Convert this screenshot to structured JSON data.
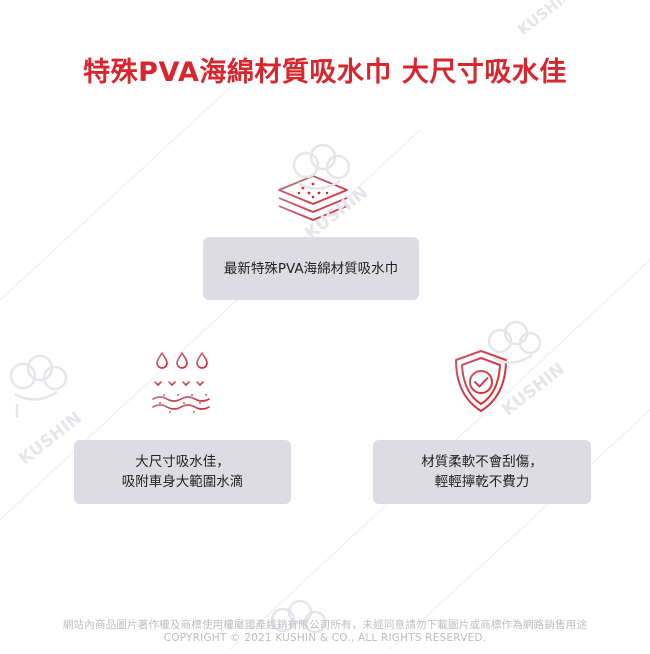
{
  "title": "特殊PVA海綿材質吸水巾 大尺寸吸水佳",
  "features": [
    {
      "lines": [
        "最新特殊PVA海綿材質吸水巾"
      ],
      "icon": "sponge-layers-icon"
    },
    {
      "lines": [
        "大尺寸吸水佳，",
        "吸附車身大範圍水滴"
      ],
      "icon": "water-absorb-icon"
    },
    {
      "lines": [
        "材質柔軟不會刮傷，",
        "輕輕擰乾不費力"
      ],
      "icon": "shield-check-icon"
    }
  ],
  "watermark": "KUSHIN",
  "footer": {
    "line1": "網站內商品圖片著作權及商標使用權屬國產經銷有限公司所有，未經同意請勿下載圖片或商標作為網路銷售用途",
    "line2": "COPYRIGHT © 2021 KUSHIN & CO., ALL RIGHTS RESERVED."
  },
  "colors": {
    "accent": "#d8262e",
    "box": "#dcdce2",
    "watermark": "#e6e6ea"
  }
}
